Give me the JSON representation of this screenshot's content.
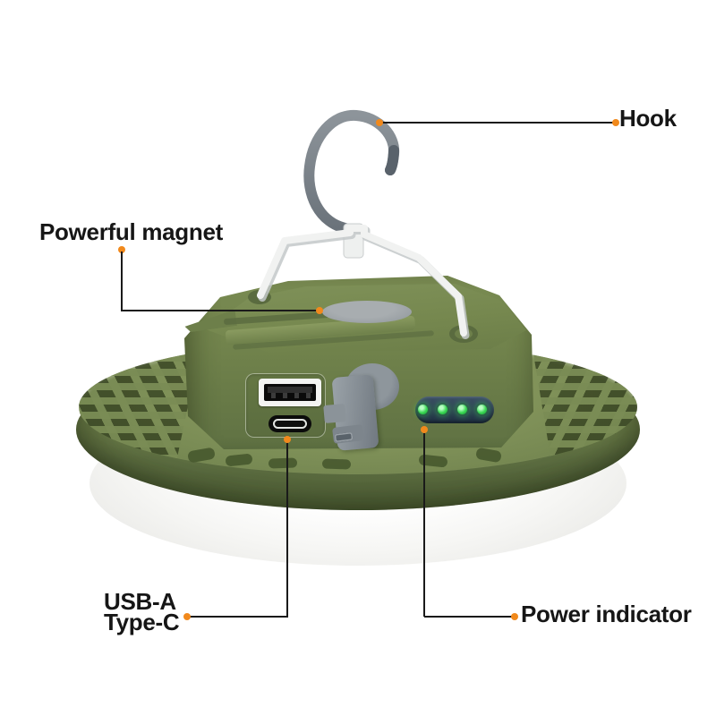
{
  "product": {
    "type": "rechargeable camping lantern with hook and magnet",
    "led_indicator_count": 4
  },
  "annotations": {
    "hook": "Hook",
    "magnet": "Powerful magnet",
    "usb_line1": "USB-A",
    "usb_line2": "Type-C",
    "power": "Power indicator"
  },
  "colors": {
    "accent": "#f1891c",
    "line": "#1a1a1a",
    "text": "#161616",
    "body-green": "#7a8c55",
    "body-green-dark": "#5e6f42",
    "diffuser-white": "#f4f4f2",
    "hook-gray": "#838a90",
    "handle-white": "#f1f2f1",
    "magnet-gray": "#9aa0a4",
    "indicator-housing": "#2c3d50",
    "led-green": "#3bd754"
  }
}
